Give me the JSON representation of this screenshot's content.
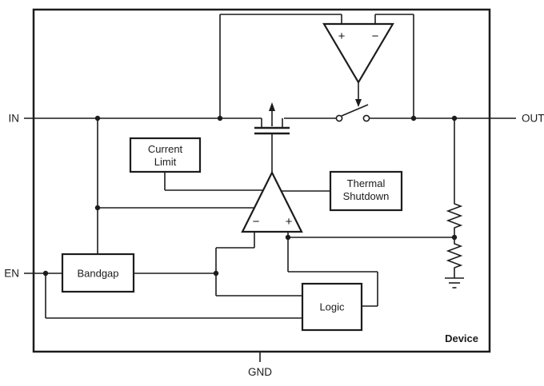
{
  "diagram": {
    "pins": {
      "in": "IN",
      "out": "OUT",
      "en": "EN",
      "gnd": "GND"
    },
    "blocks": {
      "current_limit_line1": "Current",
      "current_limit_line2": "Limit",
      "thermal_line1": "Thermal",
      "thermal_line2": "Shutdown",
      "bandgap": "Bandgap",
      "logic": "Logic"
    },
    "top_comparator": {
      "plus": "+",
      "minus": "−"
    },
    "error_amp": {
      "minus": "−",
      "plus": "+"
    },
    "device_label": "Device",
    "colors": {
      "line": "#1c1c1c",
      "background": "#ffffff"
    }
  }
}
